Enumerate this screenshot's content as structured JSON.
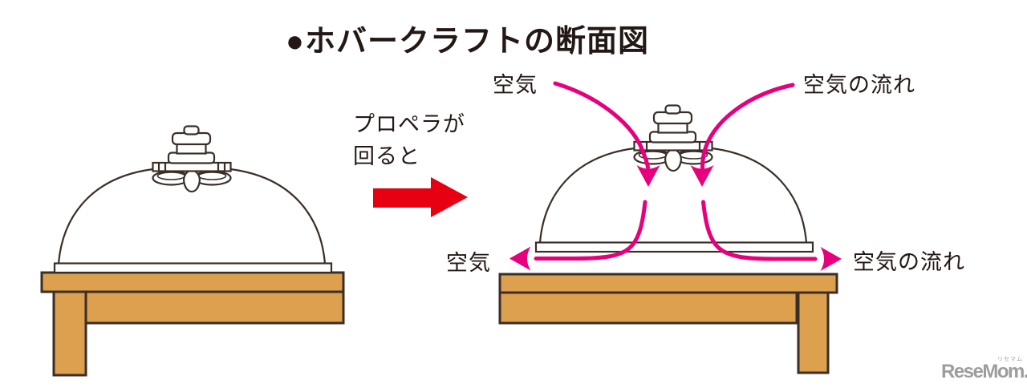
{
  "title": "●ホバークラフトの断面図",
  "transition": {
    "note": "プロペラが\n回ると"
  },
  "labels": {
    "air_top_left": "空気",
    "airflow_top_right": "空気の流れ",
    "air_bottom_left": "空気",
    "airflow_bottom_right": "空気の流れ"
  },
  "logo": {
    "wordmark": "ReseMom.",
    "ruby": "リセマム"
  },
  "icons": {
    "red_arrow": "right-arrow (transition: before → after)",
    "pink_arrows": "airflow curved arrows (air drawn in at top, pushed out under the rim)",
    "propeller": "propeller under motor at dome top",
    "hovercraft_left": "hovercraft resting on table",
    "hovercraft_right": "hovercraft hovering above table on air cushion"
  },
  "colors": {
    "wood": "#dca04f",
    "outline": "#3a2e27",
    "pink": "#e6007e",
    "red": "#e60012",
    "text": "#231815",
    "logo_gray": "#9c9d9d"
  }
}
